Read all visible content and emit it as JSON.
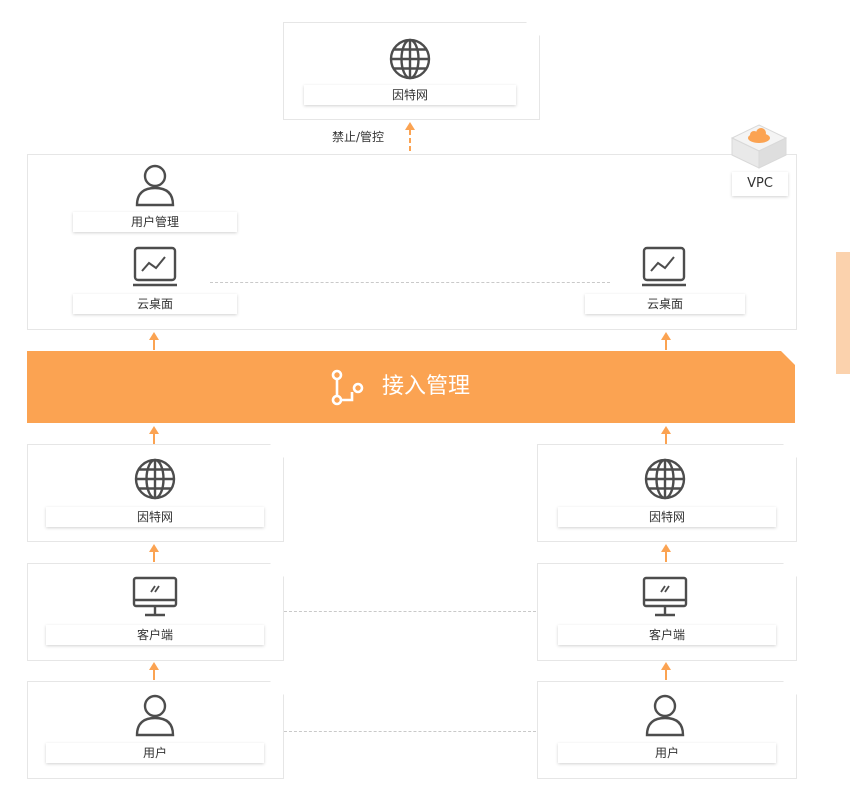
{
  "colors": {
    "accent": "#fba352",
    "line": "#c9c9c9",
    "icon": "#4d4d4d"
  },
  "internet_top": {
    "icon": "globe-icon",
    "label": "因特网"
  },
  "control_label": "禁止/管控",
  "vpc": {
    "icon": "cloud-box-icon",
    "label": "VPC"
  },
  "vpc_area": {
    "user_mgmt": {
      "icon": "user-icon",
      "label": "用户管理"
    },
    "desktop_left": {
      "icon": "monitor-chart-icon",
      "label": "云桌面"
    },
    "desktop_right": {
      "icon": "monitor-chart-icon",
      "label": "云桌面"
    }
  },
  "access_band": {
    "icon": "branch-icon",
    "label": "接入管理"
  },
  "left_column": {
    "internet": {
      "icon": "globe-icon",
      "label": "因特网"
    },
    "client": {
      "icon": "desktop-icon",
      "label": "客户端"
    },
    "user": {
      "icon": "user-icon",
      "label": "用户"
    }
  },
  "right_column": {
    "internet": {
      "icon": "globe-icon",
      "label": "因特网"
    },
    "client": {
      "icon": "desktop-icon",
      "label": "客户端"
    },
    "user": {
      "icon": "user-icon",
      "label": "用户"
    }
  }
}
